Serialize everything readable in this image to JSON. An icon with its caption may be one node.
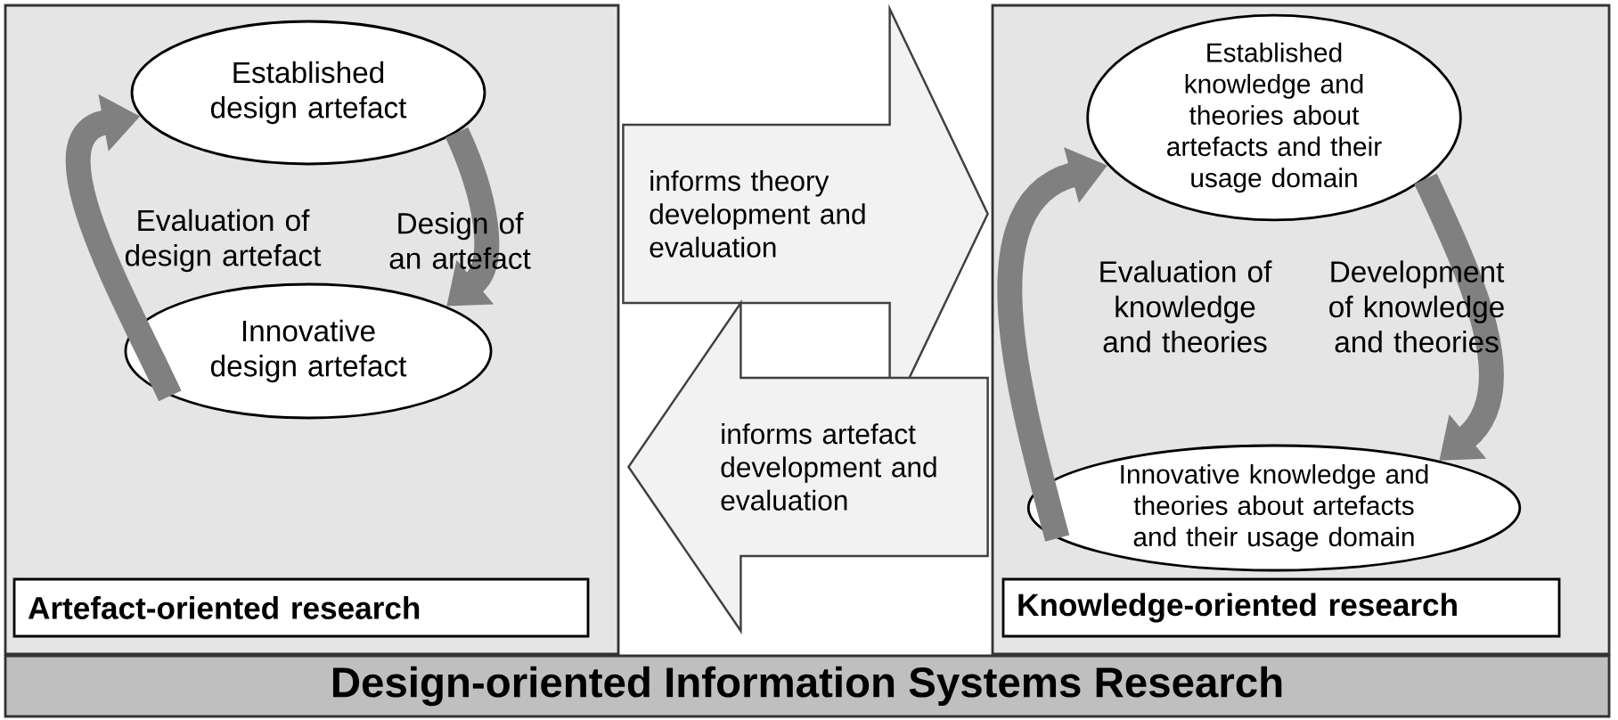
{
  "diagram": {
    "nodes": [
      {
        "text": [],
        "shape": "box"
      },
      {
        "text": [
          "Established design artefact"
        ],
        "in": 0
      },
      {
        "text": [
          "Innovative design artefact"
        ],
        "in": 0
      },
      {
        "text": [
          "Artefact-oriented research"
        ],
        "in": 0
      },
      {
        "text": [],
        "shape": "box"
      },
      {
        "text": [
          "Established knowledge and theories about artefacts and their usage domain"
        ],
        "in": 4
      },
      {
        "text": [
          "Innovative knowledge and theories about artefacts and their usage domain"
        ],
        "in": 4
      },
      {
        "text": [
          "Knowledge-oriented research"
        ],
        "in": 4
      },
      {
        "text": [
          "Design-oriented Information Systems Research"
        ]
      }
    ],
    "edges": [
      {
        "from": 0,
        "to": 4,
        "arrow": "to",
        "label": "informs theory development and evaluation"
      },
      {
        "from": 4,
        "to": 0,
        "arrow": "to",
        "label": "informs artefact development and evaluation"
      },
      {
        "from": 1,
        "to": 2,
        "arrow": "to",
        "label": "Design of an artefact",
        "color": "#808080"
      },
      {
        "from": 2,
        "to": 1,
        "arrow": "to",
        "label": "Evaluation of design artefact",
        "color": "#808080"
      },
      {
        "from": 5,
        "to": 6,
        "arrow": "to",
        "label": "Development of knowledge and theories",
        "color": "#808080"
      },
      {
        "from": 6,
        "to": 5,
        "arrow": "to",
        "label": "Evaluation of knowledge and theories",
        "color": "#808080"
      }
    ]
  }
}
